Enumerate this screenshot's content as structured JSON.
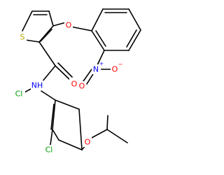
{
  "molecule": {
    "labels": {
      "thiophene_s": {
        "text": "S",
        "color": "#b5a600"
      },
      "ether_o1": {
        "text": "O",
        "color": "#ff0000"
      },
      "nitro_n": {
        "text": "N",
        "color": "#0000ff"
      },
      "nitro_n_charge": {
        "text": "+",
        "color": "#0000ff"
      },
      "nitro_o_double": {
        "text": "O",
        "color": "#ff0000"
      },
      "nitro_o_minus": {
        "text": "O",
        "color": "#ff0000"
      },
      "nitro_o_charge": {
        "text": "−",
        "color": "#ff0000"
      },
      "amide_o": {
        "text": "O",
        "color": "#ff0000"
      },
      "amide_nh": {
        "text": "NH",
        "color": "#0000ff"
      },
      "cl_upper": {
        "text": "Cl",
        "color": "#00a000"
      },
      "cl_lower": {
        "text": "Cl",
        "color": "#00a000"
      },
      "ether_o2": {
        "text": "O",
        "color": "#ff0000"
      }
    }
  }
}
